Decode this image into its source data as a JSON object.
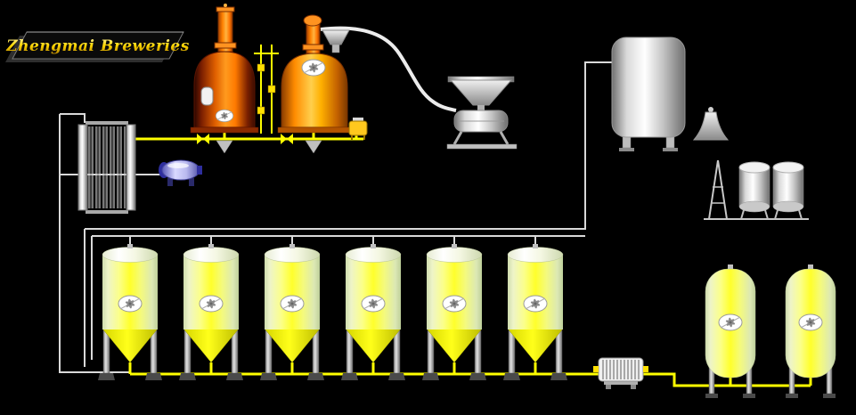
{
  "banner": {
    "title": "Zhengmai Breweries",
    "title_color": "#ffd700"
  },
  "colors": {
    "background": "#000000",
    "pipe_yellow": "#ffff00",
    "pipe_steel": "#d9d9d9",
    "kettle_copper": "#ff8c00",
    "fermenter_yellow": "#ffff2b",
    "steel_light": "#f0f0f0"
  },
  "equipment": {
    "heat_exchanger": "plate-heat-exchanger",
    "pump": "pump",
    "mash_tun": "mash-tun",
    "brew_kettle": "brew-kettle",
    "grain_funnel": "grain-funnel",
    "malt_mill": "malt-mill",
    "hot_liquor_tank": "hot-liquor-tank",
    "hopper_bell": "hopper-bell",
    "yeast_tank_count": 2,
    "fermenter_count": 6,
    "fermenters": [
      "fermenter-1",
      "fermenter-2",
      "fermenter-3",
      "fermenter-4",
      "fermenter-5",
      "fermenter-6"
    ],
    "filter": "plate-filter",
    "bright_tanks": [
      "bright-beer-tank-1",
      "bright-beer-tank-2"
    ]
  }
}
